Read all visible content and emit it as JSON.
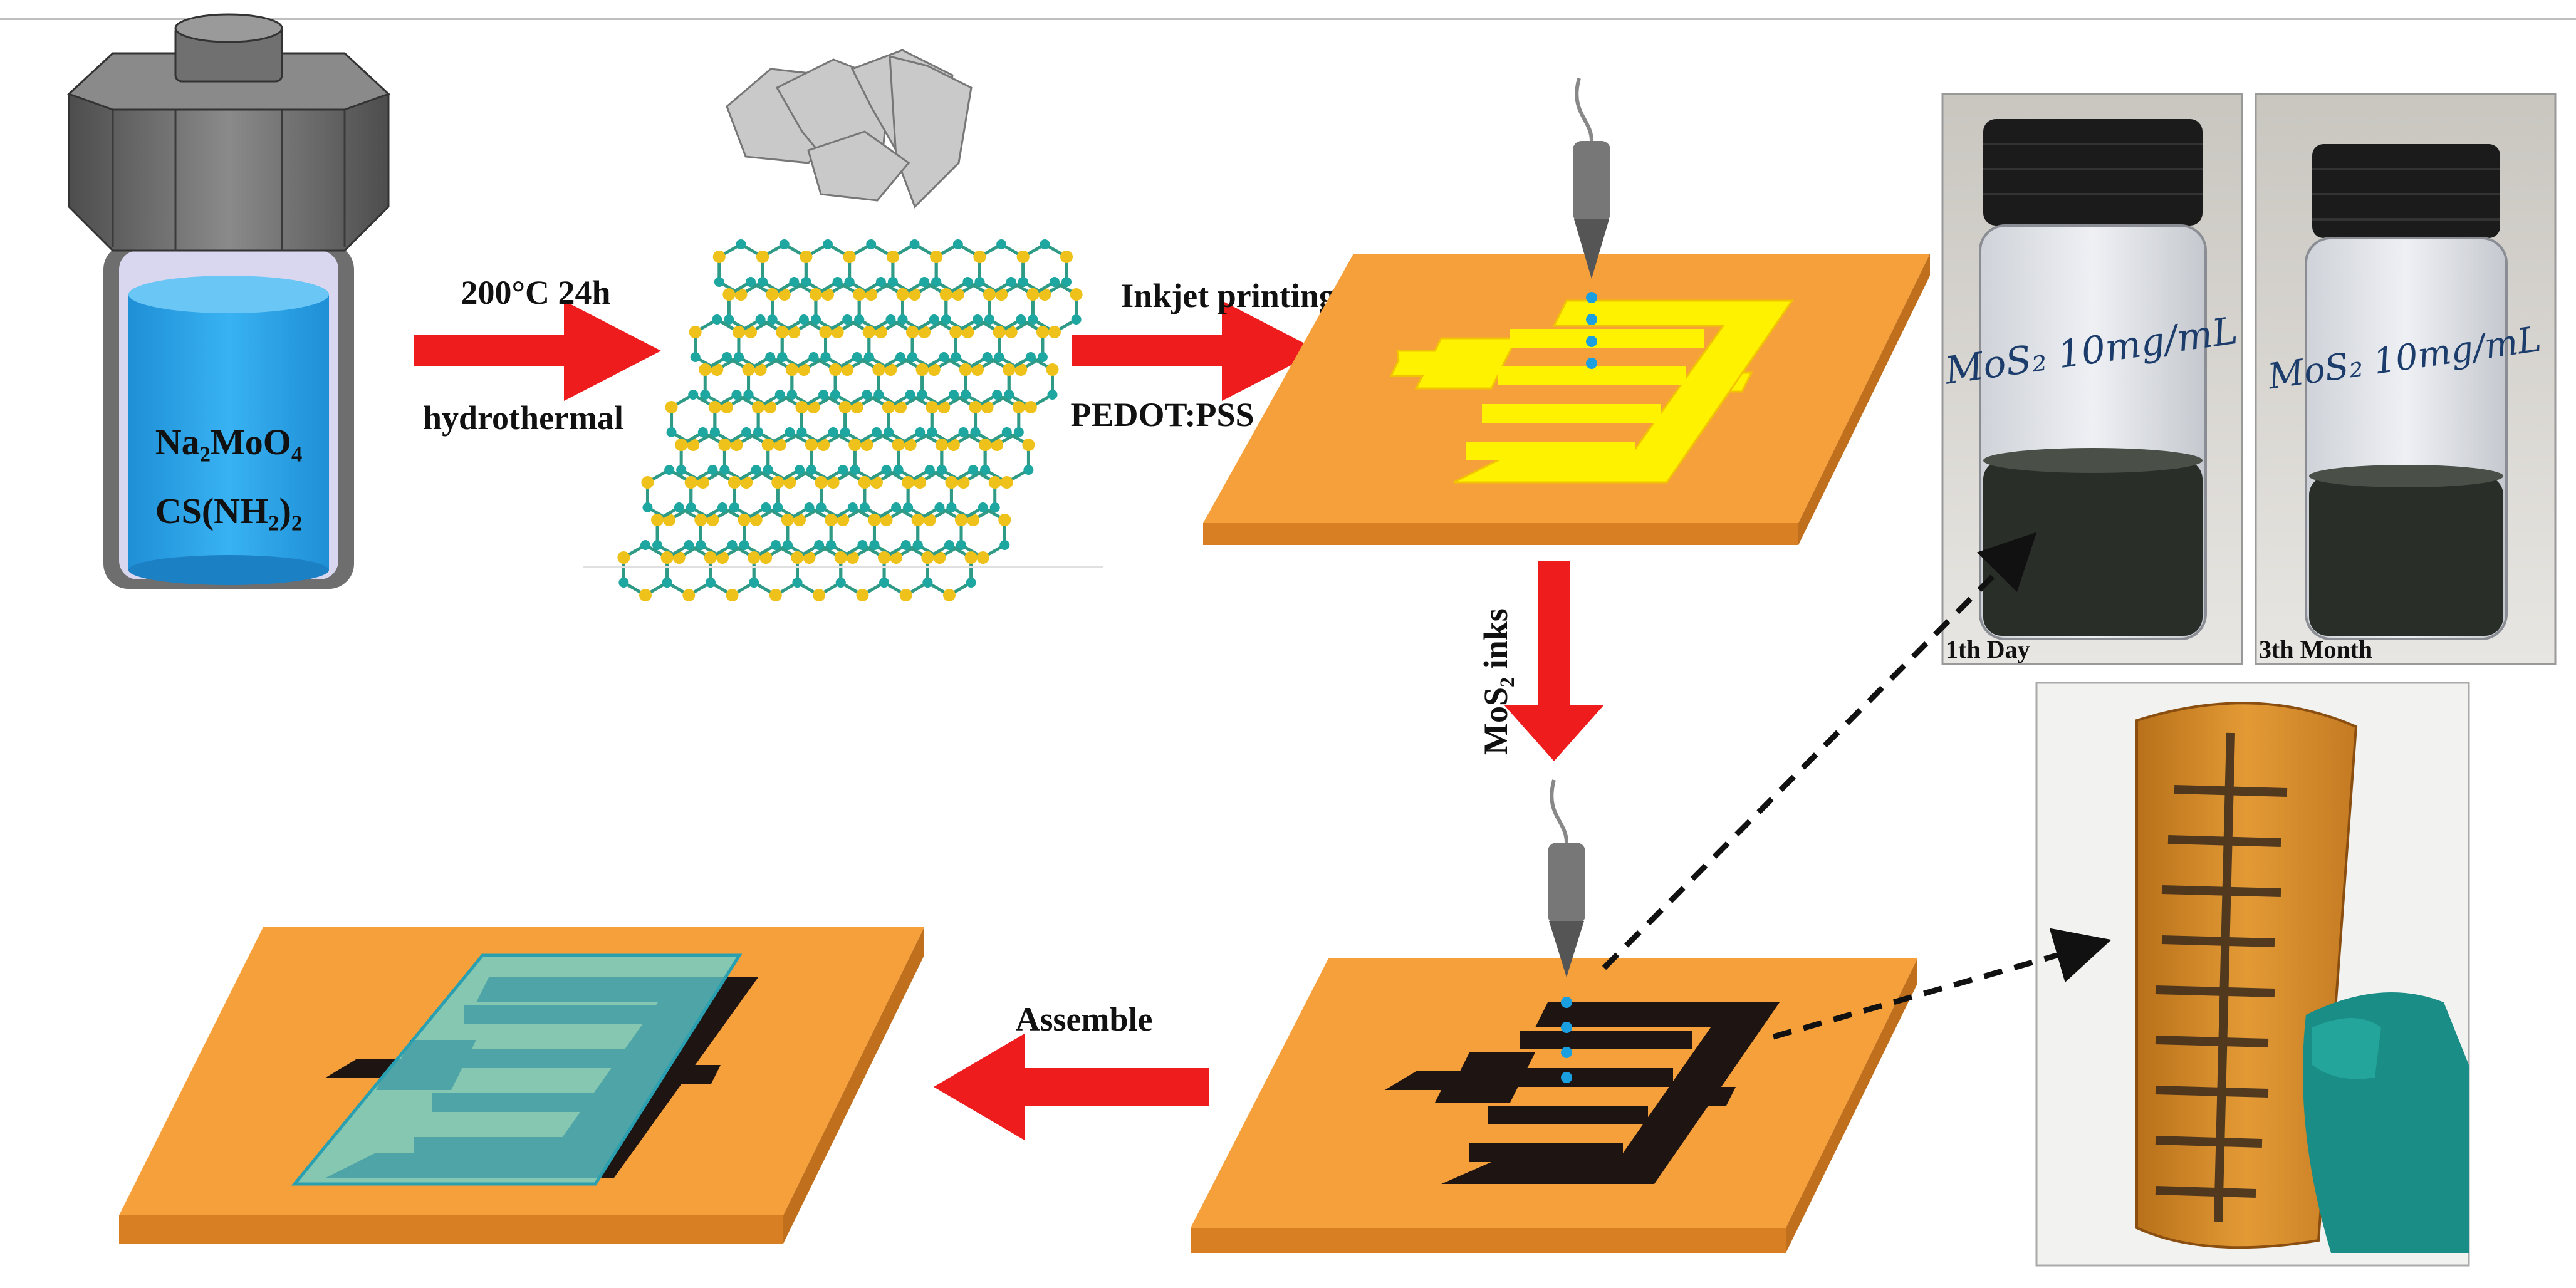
{
  "labels": {
    "reactant_1": "Na₂MoO₄",
    "reactant_2": "CS(NH₂)₂",
    "step1_top": "200°C  24h",
    "step1_bottom": "hydrothermal",
    "step2_top": "Inkjet printing",
    "step2_bottom": "PEDOT:PSS",
    "step3": "MoS₂ inks",
    "step4": "Assemble",
    "photo1_caption": "1th Day",
    "photo2_caption": "3th Month",
    "vial_handwriting": "MoS₂ 10mg/mL"
  },
  "colors": {
    "arrow": "#ee1c1c",
    "substrate_top": "#f6a03c",
    "substrate_front": "#d77f22",
    "electrode_pedot": "#fff200",
    "electrode_mos2": "#1e1411",
    "ink_drop": "#1aa0e0",
    "liquid": "#2aa5ec",
    "cap": "#6a6a6a",
    "atom_mo": "#eec21a",
    "atom_s": "#1ea6a0",
    "encapsulation": "#5fd4d8"
  },
  "icons": [
    "autoclave-icon",
    "mos2-nanosheets-icon",
    "mos2-lattice-icon",
    "inkjet-nozzle-icon",
    "vial-photo",
    "flexible-sensor-photo"
  ]
}
